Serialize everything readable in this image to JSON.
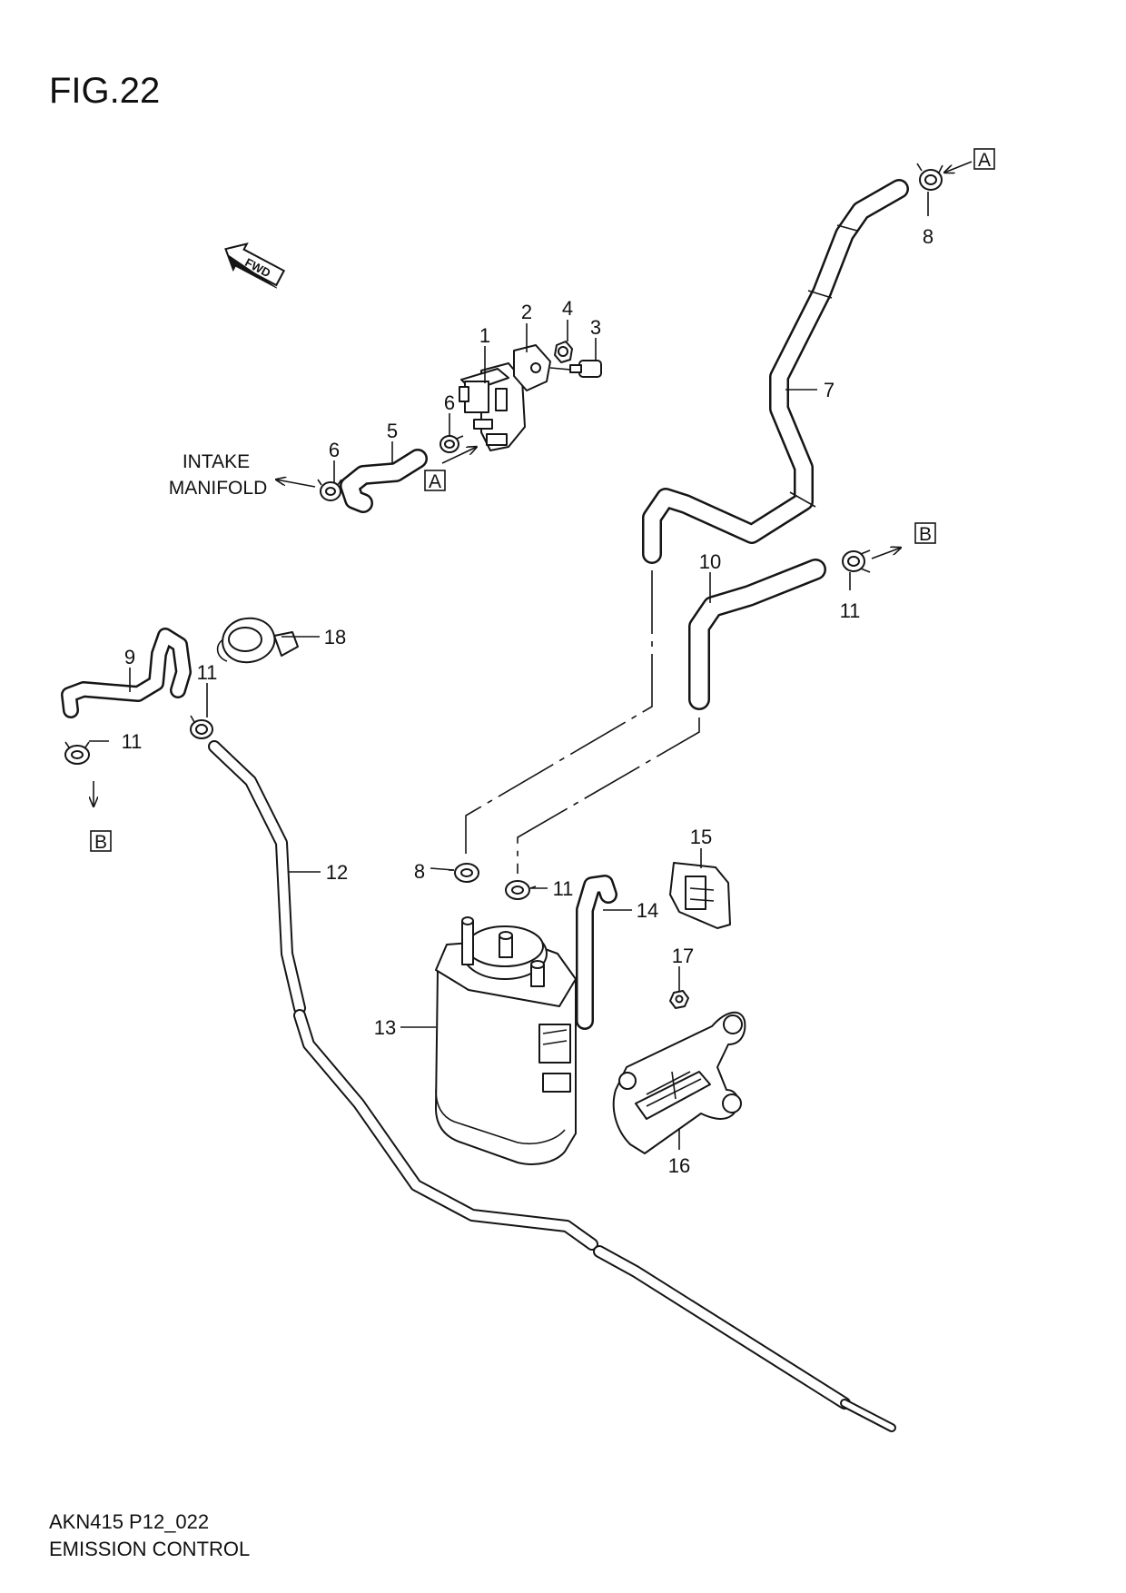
{
  "figure": {
    "title": "FIG.22",
    "fwd_label": "FWD",
    "intake_line1": "INTAKE",
    "intake_line2": "MANIFOLD",
    "ref_a": "A",
    "ref_b": "B",
    "footer_code": "AKN415 P12_022",
    "footer_name": "EMISSION CONTROL"
  },
  "callouts": [
    {
      "id": "1",
      "label": "1"
    },
    {
      "id": "2",
      "label": "2"
    },
    {
      "id": "3",
      "label": "3"
    },
    {
      "id": "4",
      "label": "4"
    },
    {
      "id": "5",
      "label": "5"
    },
    {
      "id": "6a",
      "label": "6"
    },
    {
      "id": "6b",
      "label": "6"
    },
    {
      "id": "7",
      "label": "7"
    },
    {
      "id": "8a",
      "label": "8"
    },
    {
      "id": "8b",
      "label": "8"
    },
    {
      "id": "9",
      "label": "9"
    },
    {
      "id": "10",
      "label": "10"
    },
    {
      "id": "11a",
      "label": "11"
    },
    {
      "id": "11b",
      "label": "11"
    },
    {
      "id": "11c",
      "label": "11"
    },
    {
      "id": "11d",
      "label": "11"
    },
    {
      "id": "12",
      "label": "12"
    },
    {
      "id": "13",
      "label": "13"
    },
    {
      "id": "14",
      "label": "14"
    },
    {
      "id": "15",
      "label": "15"
    },
    {
      "id": "16",
      "label": "16"
    },
    {
      "id": "17",
      "label": "17"
    },
    {
      "id": "18",
      "label": "18"
    }
  ]
}
